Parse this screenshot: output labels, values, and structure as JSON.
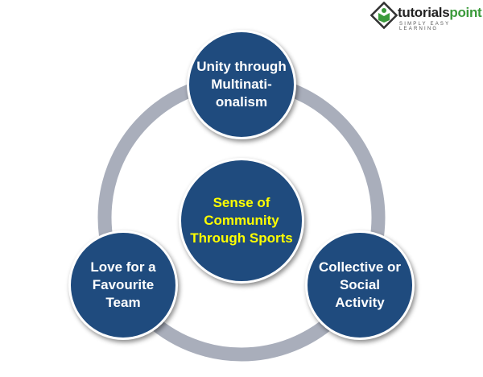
{
  "logo": {
    "brand_a": "tutorials",
    "brand_b": "point",
    "tagline": "SIMPLY EASY LEARNING"
  },
  "center": {
    "text": "Sense of Community Through Sports"
  },
  "nodes": [
    {
      "text": "Unity through Multinati-onalism"
    },
    {
      "text": "Love for a Favourite Team"
    },
    {
      "text": "Collective or Social Activity"
    }
  ],
  "colors": {
    "node": "#1f4b7e",
    "ring": "#a9aebb",
    "center_text": "#ffff00"
  }
}
